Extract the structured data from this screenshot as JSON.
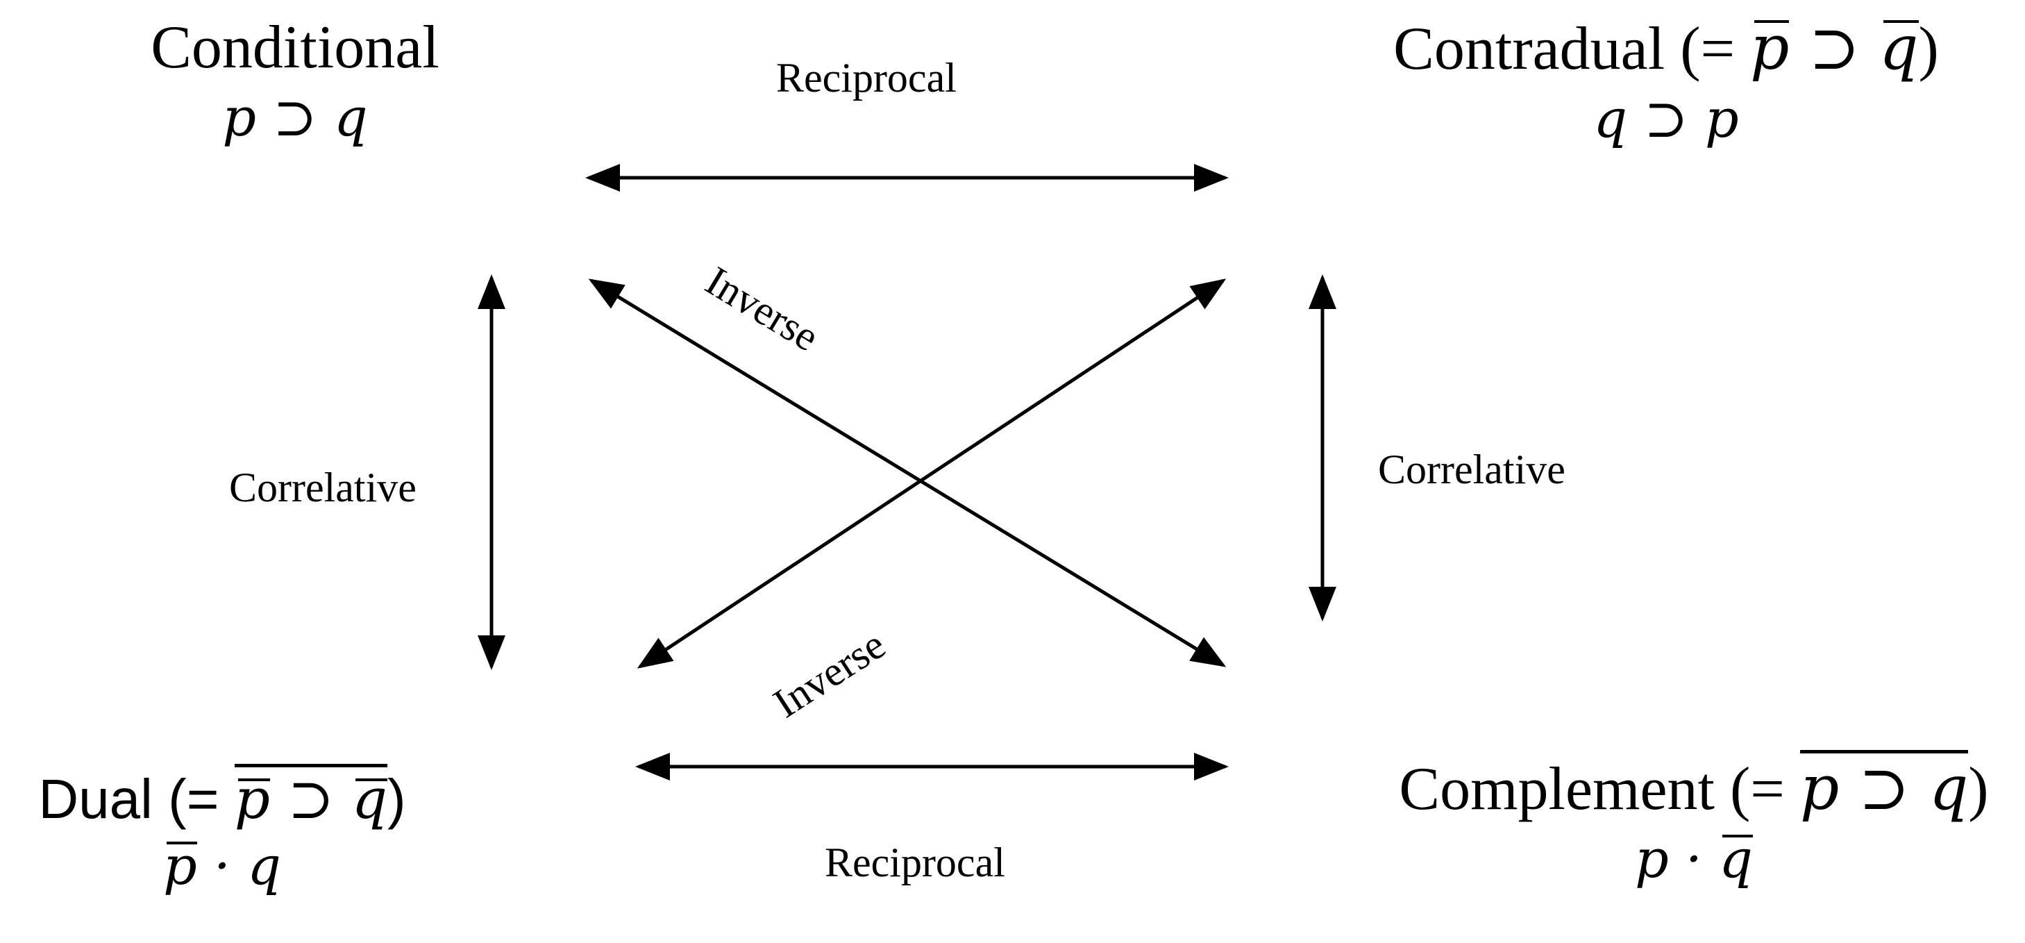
{
  "corners": {
    "conditional": {
      "title": "Conditional",
      "expr": "p ⊃ q"
    },
    "contradual": {
      "title": "Contradual (= ",
      "title_expr_p": "p",
      "title_expr_mid": " ⊃ ",
      "title_expr_q": "q",
      "title_close": ")",
      "expr": "q ⊃ p"
    },
    "dual": {
      "title": "Dual (= ",
      "title_expr_p": "p",
      "title_expr_mid": " ⊃ ",
      "title_expr_q": "q",
      "title_close": ")",
      "expr_p": "p",
      "expr_rest": " · q"
    },
    "complement": {
      "title": "Complement (= ",
      "title_expr": "p ⊃ q",
      "title_close": ")",
      "expr_p": "p · ",
      "expr_q": "q"
    }
  },
  "relations": {
    "reciprocal_top": "Reciprocal",
    "reciprocal_bottom": "Reciprocal",
    "correlative_left": "Correlative",
    "correlative_right": "Correlative",
    "inverse_upper": "Inverse",
    "inverse_lower": "Inverse"
  },
  "colors": {
    "ink": "#000000",
    "background": "#ffffff"
  }
}
